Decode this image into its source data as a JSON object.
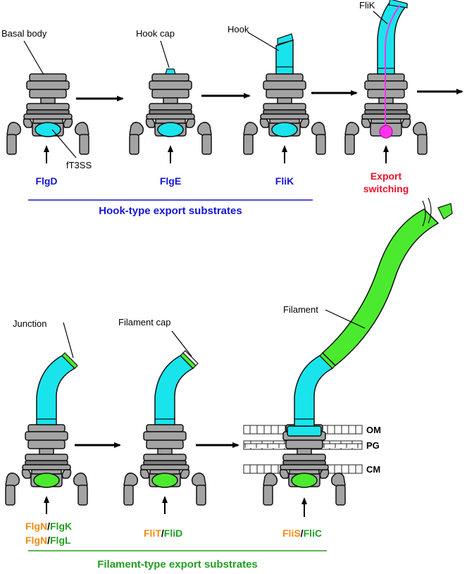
{
  "labels": {
    "basal_body": "Basal body",
    "fT3SS": "fT3SS",
    "hook_cap": "Hook cap",
    "hook": "Hook",
    "flik_top": "FliK",
    "junction": "Junction",
    "filament_cap": "Filament cap",
    "filament": "Filament",
    "om": "OM",
    "pg": "PG",
    "cm": "CM"
  },
  "top_row": {
    "substrates": [
      "FlgD",
      "FlgE",
      "FliK"
    ],
    "switching": [
      "Export",
      "switching"
    ],
    "caption": "Hook-type export substrates"
  },
  "bottom_row": {
    "substrates": [
      [
        {
          "text": "FlgN",
          "role": "chaperone"
        },
        {
          "text": "/",
          "role": "slash"
        },
        {
          "text": "FlgK",
          "role": "substrate"
        }
      ],
      [
        {
          "text": "FlgN",
          "role": "chaperone"
        },
        {
          "text": "/",
          "role": "slash"
        },
        {
          "text": "FlgL",
          "role": "substrate"
        }
      ],
      [
        {
          "text": "FliT",
          "role": "chaperone"
        },
        {
          "text": "/",
          "role": "slash"
        },
        {
          "text": "FliD",
          "role": "substrate"
        }
      ],
      [
        {
          "text": "FliS",
          "role": "chaperone"
        },
        {
          "text": "/",
          "role": "slash"
        },
        {
          "text": "FliC",
          "role": "substrate"
        }
      ]
    ],
    "caption": "Filament-type export substrates"
  },
  "colors": {
    "hook_substrate": "#1515d6",
    "switching": "#e8102a",
    "chaperone": "#f28a12",
    "filament_substrate": "#22a022",
    "cyan": "#19e4ec",
    "green": "#4cea2f",
    "magenta": "#ff33ee",
    "gray": "#a3a3a3",
    "dark_gray": "#7d7d7d"
  }
}
